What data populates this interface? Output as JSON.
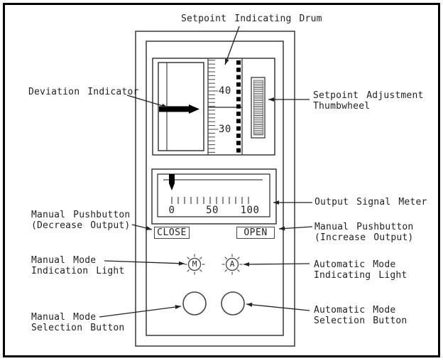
{
  "diagram": {
    "callouts": {
      "drum": "Setpoint Indicating Drum",
      "deviation": "Deviation Indicator",
      "thumbwheel": [
        "Setpoint Adjustment",
        "Thumbwheel"
      ],
      "output_meter": "Output Signal Meter",
      "decrease": [
        "Manual Pushbutton",
        "(Decrease Output)"
      ],
      "increase": [
        "Manual Pushbutton",
        "(Increase Output)"
      ],
      "manual_light": [
        "Manual Mode",
        "Indication Light"
      ],
      "auto_light": [
        "Automatic Mode",
        "Indicating Light"
      ],
      "manual_select": [
        "Manual Mode",
        "Selection Button"
      ],
      "auto_select": [
        "Automatic Mode",
        "Selection Button"
      ]
    },
    "faceplate": {
      "drum_scale": {
        "labels": [
          "40",
          "30"
        ],
        "tick_count": 25
      },
      "meter_scale": {
        "labels": [
          "0",
          "50",
          "100"
        ],
        "tick_count": 13
      },
      "close_label": "CLOSE",
      "open_label": "OPEN",
      "manual_light_letter": "M",
      "auto_light_letter": "A",
      "light_ray_count": 8
    },
    "colors": {
      "line": "#444444",
      "text": "#222222",
      "black_fill": "#000000",
      "background": "#ffffff"
    }
  }
}
